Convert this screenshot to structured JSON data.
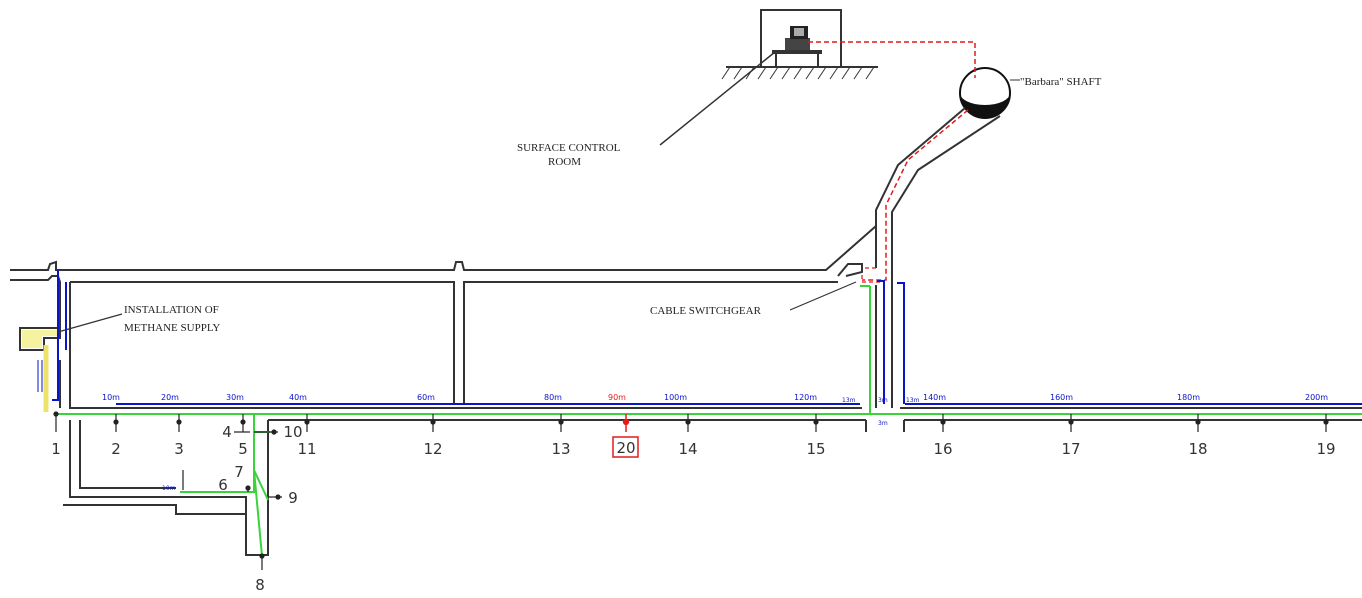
{
  "labels": {
    "surface_control_room": [
      "SURFACE CONTROL",
      "ROOM"
    ],
    "shaft": "\"Barbara\" SHAFT",
    "methane": [
      "INSTALLATION OF",
      "METHANE SUPPLY"
    ],
    "cable_switchgear": "CABLE SWITCHGEAR"
  },
  "sensors_main": [
    {
      "id": "1"
    },
    {
      "id": "2"
    },
    {
      "id": "3"
    },
    {
      "id": "5"
    },
    {
      "id": "11"
    },
    {
      "id": "12"
    },
    {
      "id": "13"
    },
    {
      "id": "20",
      "highlight": true
    },
    {
      "id": "14"
    },
    {
      "id": "15"
    },
    {
      "id": "16"
    },
    {
      "id": "17"
    },
    {
      "id": "18"
    },
    {
      "id": "19"
    }
  ],
  "sensors_branch": [
    {
      "id": "4"
    },
    {
      "id": "10"
    },
    {
      "id": "7"
    },
    {
      "id": "6"
    },
    {
      "id": "9"
    },
    {
      "id": "8"
    }
  ],
  "distances": [
    "10m",
    "20m",
    "30m",
    "40m",
    "60m",
    "80m",
    "90m",
    "100m",
    "120m",
    "13m",
    "3m",
    "13m",
    "140m",
    "160m",
    "180m",
    "200m",
    "3m",
    "10m"
  ],
  "colors": {
    "wall": "#333333",
    "blue_line": "#0a14c8",
    "green_line": "#39d439",
    "red_line": "#e21b1b",
    "label_text": "#222222"
  }
}
